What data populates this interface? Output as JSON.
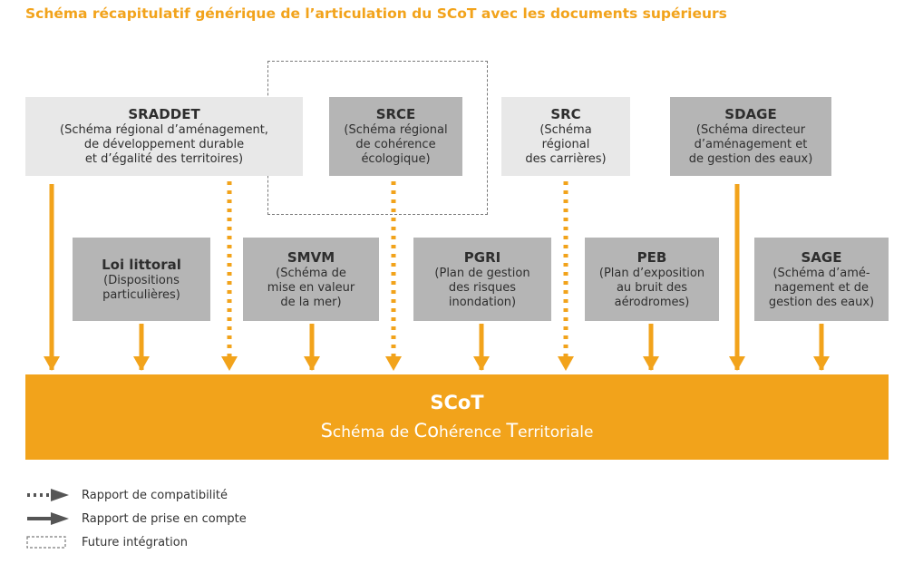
{
  "title": "Schéma récapitulatif générique de l’articulation du SCoT avec les documents supérieurs",
  "top_boxes": {
    "sraddet": {
      "title": "SRADDET",
      "subtitle": "(Schéma régional d’aménagement,\nde développement durable\net d’égalité des territoires)"
    },
    "srce": {
      "title": "SRCE",
      "subtitle": "(Schéma régional\nde cohérence\nécologique)"
    },
    "src": {
      "title": "SRC",
      "subtitle": "(Schéma\nrégional\ndes carrières)"
    },
    "sdage": {
      "title": "SDAGE",
      "subtitle": "(Schéma directeur\nd’aménagement et\nde gestion des eaux)"
    }
  },
  "middle_boxes": {
    "loi_littoral": {
      "title": "Loi littoral",
      "subtitle": "(Dispositions\nparticulières)"
    },
    "smvm": {
      "title": "SMVM",
      "subtitle": "(Schéma de\nmise en valeur\nde la mer)"
    },
    "pgri": {
      "title": "PGRI",
      "subtitle": "(Plan de gestion\ndes risques\ninondation)"
    },
    "peb": {
      "title": "PEB",
      "subtitle": "(Plan d’exposition\nau bruit des\naérodromes)"
    },
    "sage": {
      "title": "SAGE",
      "subtitle": "(Schéma d’amé-\nnagement et de\ngestion des eaux)"
    }
  },
  "scot": {
    "title": "SCoT",
    "subtitle_parts": [
      "S",
      "chéma de ",
      "Co",
      "hérence ",
      "T",
      "erritoriale"
    ]
  },
  "legend": {
    "compatibility": "Rapport de compatibilité",
    "consideration": "Rapport de prise en compte",
    "future": "Future intégration"
  },
  "colors": {
    "accent": "#f2a31b",
    "box_light": "#e8e8e8",
    "box_dark": "#b5b5b5",
    "legend_arrow": "#555555"
  }
}
